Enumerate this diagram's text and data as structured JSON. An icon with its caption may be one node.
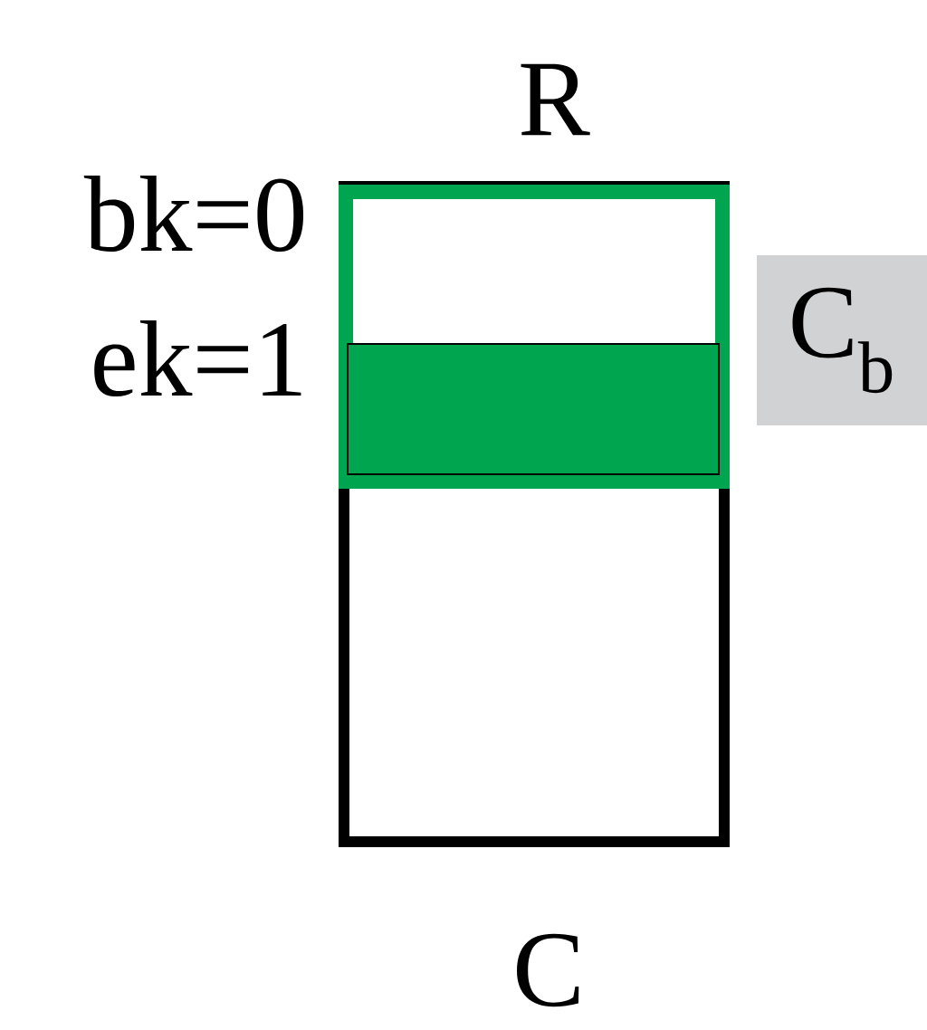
{
  "diagram": {
    "nodes": [
      {
        "text": [],
        "shape": "box"
      },
      {
        "text": [],
        "shape": "box",
        "in": 0
      },
      {
        "text": [],
        "shape": "bar",
        "in": 1
      },
      {
        "text": [
          "C$_{b}$"
        ]
      }
    ],
    "labels": [
      "R",
      "bk=0",
      "ek=1",
      "C"
    ]
  }
}
